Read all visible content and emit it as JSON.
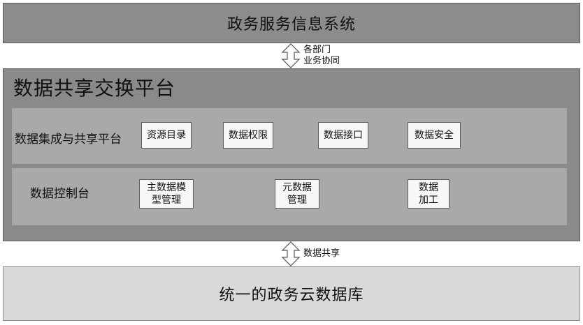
{
  "top_layer": {
    "label": "政务服务信息系统"
  },
  "connector_top": {
    "label": "各部门\n业务协同"
  },
  "platform": {
    "title": "数据共享交换平台",
    "row1": {
      "label": "数据集成与共享平台",
      "modules": [
        "资源目录",
        "数据权限",
        "数据接口",
        "数据安全"
      ]
    },
    "row2": {
      "label": "数据控制台",
      "modules": [
        "主数据模\n型管理",
        "元数据\n管理",
        "数据\n加工"
      ]
    }
  },
  "connector_bottom": {
    "label": "数据共享"
  },
  "bottom_layer": {
    "label": "统一的政务云数据库"
  }
}
